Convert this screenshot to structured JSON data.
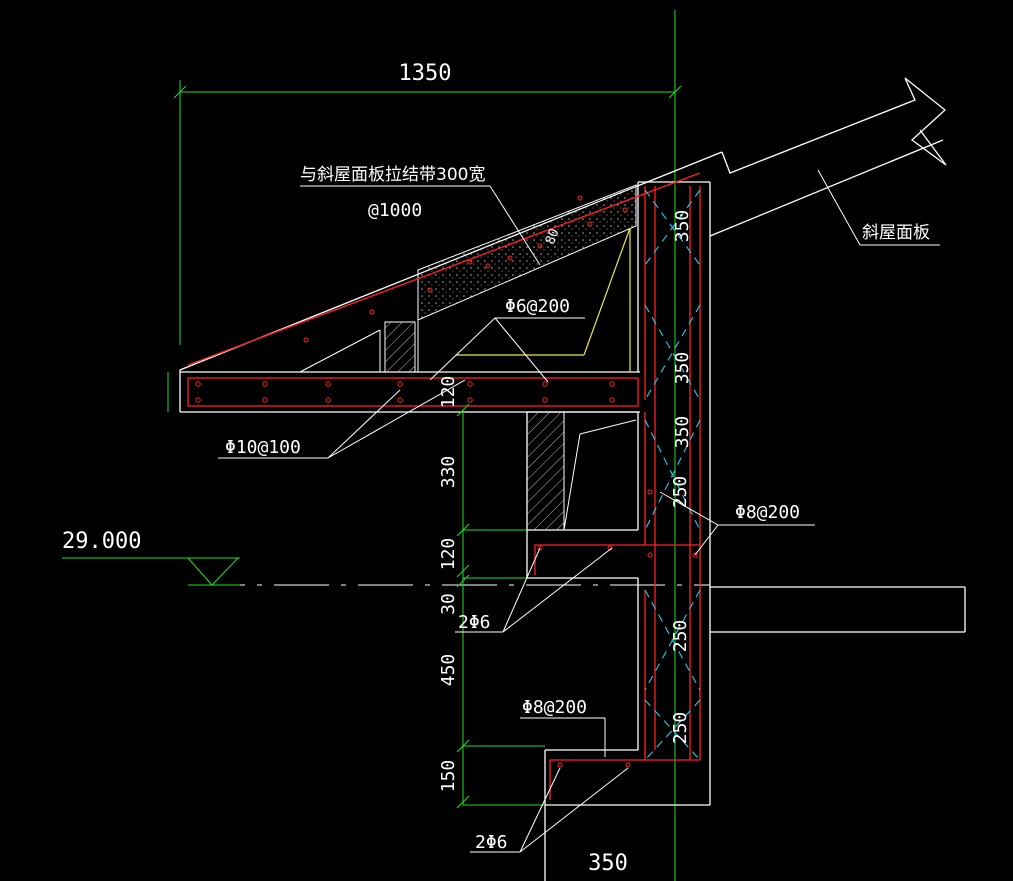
{
  "drawing": {
    "background": "#000000",
    "colors": {
      "outline": "#ffffff",
      "rebar": "#ff2020",
      "dimension": "#22dd22",
      "axis": "#22dd22",
      "cyan": "#22ccee",
      "yellow": "#e8e84a",
      "hatch": "#bbbbbb"
    },
    "dims": {
      "top_width": "1350",
      "bottom_width": "350",
      "v_350_a": "350",
      "v_350_b": "350",
      "v_350_c": "350",
      "v_250_a": "250",
      "v_250_b": "250",
      "v_250_c": "250",
      "v_120_a": "120",
      "v_330": "330",
      "v_120_b": "120",
      "v_30": "30",
      "v_450": "450",
      "v_150": "150",
      "v_80": "80"
    },
    "labels": {
      "tie_band": "与斜屋面板拉结带300宽",
      "tie_spacing": "@1000",
      "rebar_phi6": "Φ6@200",
      "rebar_phi10": "Φ10@100",
      "rebar_phi8_a": "Φ8@200",
      "rebar_phi8_b": "Φ8@200",
      "bars_2phi6_a": "2Φ6",
      "bars_2phi6_b": "2Φ6",
      "sloped_slab": "斜屋面板",
      "elevation": "29.000"
    }
  }
}
